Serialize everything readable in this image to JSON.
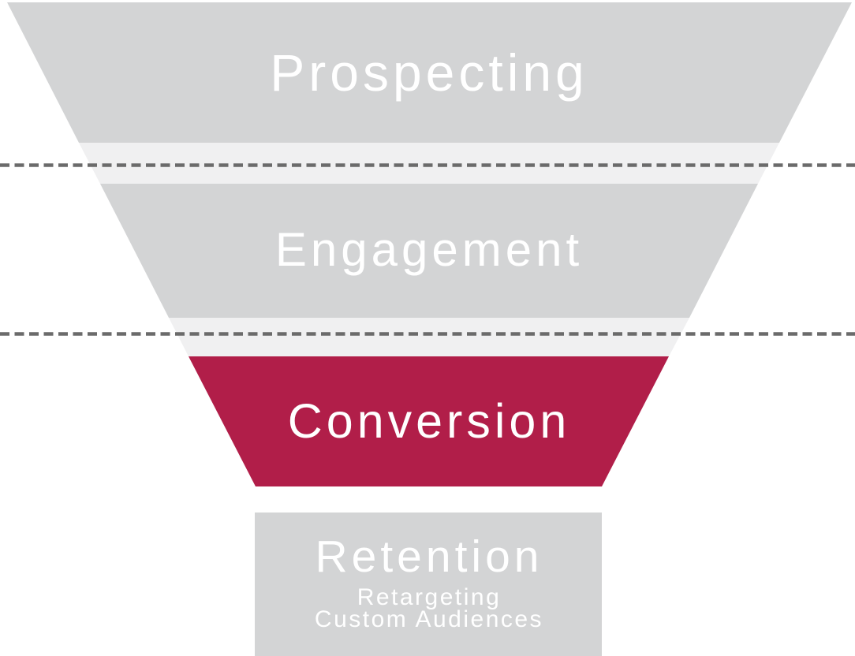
{
  "funnel": {
    "background_color": "#ffffff",
    "gap_band_color": "#f0f0f1",
    "divider": {
      "style": "dashed",
      "color": "#6b6b6b"
    },
    "stages": [
      {
        "id": "prospecting",
        "label": "Prospecting",
        "color": "#d3d4d5",
        "label_color": "#ffffff"
      },
      {
        "id": "engagement",
        "label": "Engagement",
        "color": "#d3d4d5",
        "label_color": "#ffffff"
      },
      {
        "id": "conversion",
        "label": "Conversion",
        "color": "#b11e49",
        "label_color": "#ffffff"
      },
      {
        "id": "retention",
        "label": "Retention",
        "color": "#d3d4d5",
        "label_color": "#ffffff",
        "sublabels": [
          "Retargeting",
          "Custom Audiences"
        ]
      }
    ]
  }
}
